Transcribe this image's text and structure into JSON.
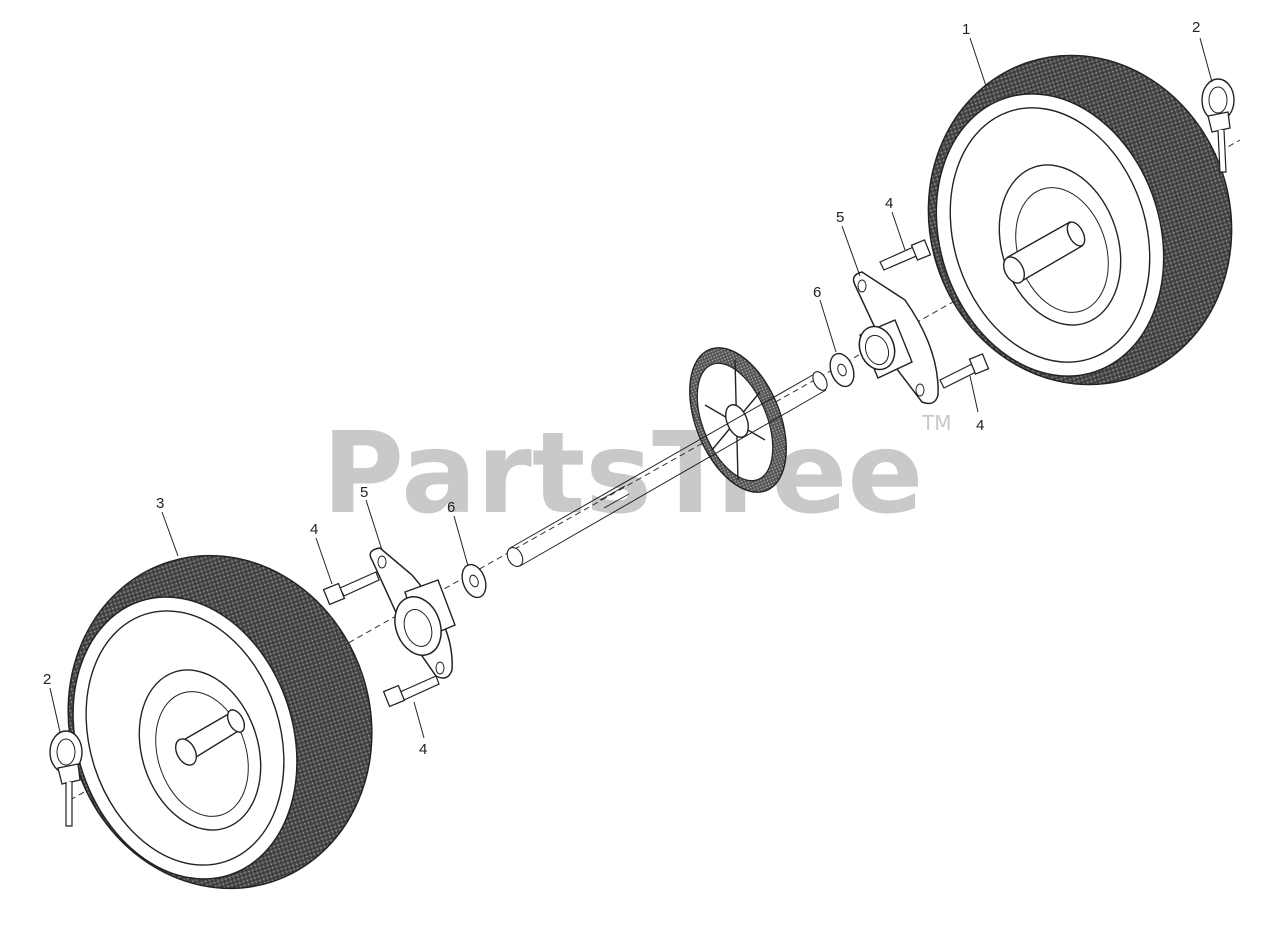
{
  "watermark": {
    "text": "PartsTree",
    "trademark": "TM"
  },
  "callouts": {
    "wheel_right": "1",
    "pin_right": "2",
    "pin_left": "2",
    "wheel_left": "3",
    "bolt_right_top": "4",
    "bolt_right_bottom": "4",
    "bolt_left_top": "4",
    "bolt_left_bottom": "4",
    "flange_right": "5",
    "flange_left": "5",
    "washer_right": "6",
    "washer_left": "6"
  },
  "colors": {
    "tire": "#3a3a3a",
    "line": "#222222",
    "watermark": "#c9c9c9"
  }
}
